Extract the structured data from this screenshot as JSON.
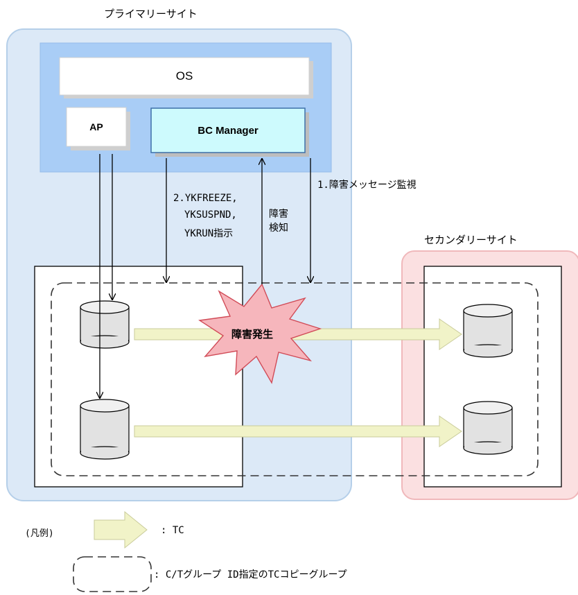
{
  "primary_site": {
    "label": "プライマリーサイト"
  },
  "secondary_site": {
    "label": "セカンダリーサイト"
  },
  "host": {
    "os_label": "OS",
    "ap_label": "AP",
    "bc_manager_label": "BC Manager"
  },
  "annotations": {
    "step1": "1.障害メッセージ監視",
    "step2_line1": "2.YKFREEZE,",
    "step2_line2": "YKSUSPND,",
    "step2_line3": "YKRUN指示",
    "detect_line1": "障害",
    "detect_line2": "検知",
    "failure": "障害発生"
  },
  "legend": {
    "title": "(凡例)",
    "tc_label": ": TC",
    "group_label": ": C/Tグループ ID指定のTCコピーグループ"
  },
  "colors": {
    "primary_site_fill": "#dce9f7",
    "primary_site_border": "#b5cfe9",
    "host_fill": "#a9cdf6",
    "bc_manager_fill": "#cdfafd",
    "secondary_site_fill": "#fbe0e1",
    "secondary_site_border": "#f0b8bb",
    "tc_arrow_fill": "#f1f3c8",
    "failure_fill": "#f6b6bc"
  }
}
